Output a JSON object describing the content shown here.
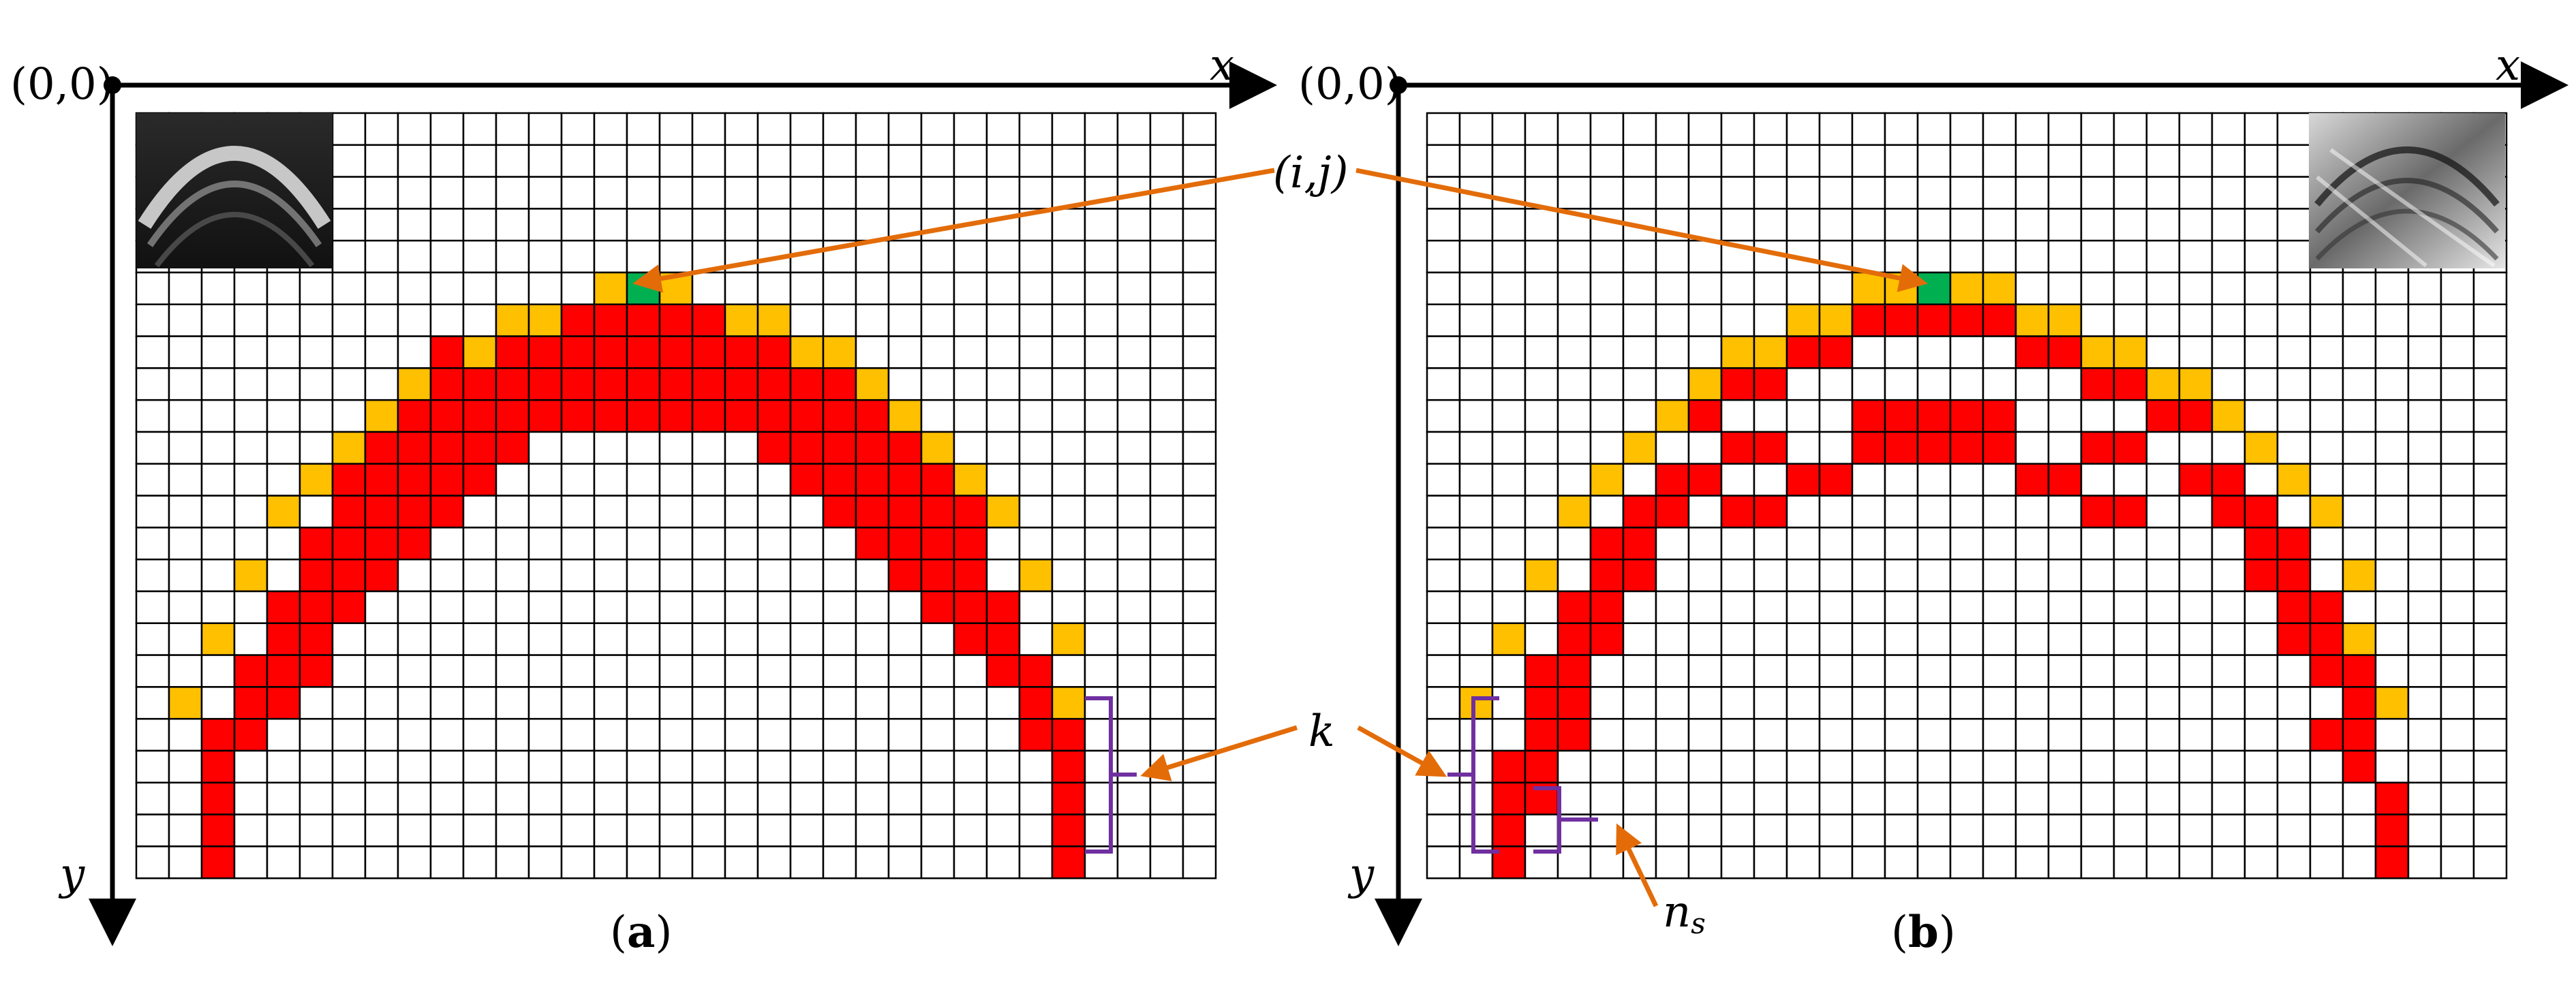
{
  "colors": {
    "red": "#ff0000",
    "yellow": "#ffc000",
    "green": "#00b050",
    "arrow": "#e36c09",
    "bracket": "#7030a0",
    "grid": "#000000"
  },
  "labels": {
    "origin": "(0,0)",
    "x_axis": "x",
    "y_axis": "y",
    "point_ij": "(i,j)",
    "k": "k",
    "ns_main": "n",
    "ns_sub": "s",
    "panel_a_open": "(",
    "panel_a_letter": "a",
    "panel_a_close": ")",
    "panel_b_open": "(",
    "panel_b_letter": "b",
    "panel_b_close": ")"
  },
  "grid": {
    "columns": 33,
    "rows": 24
  },
  "panels": [
    {
      "id": "a",
      "inset_image": "hyperbola-gpr-thumbnail",
      "inset_corner": "top-left",
      "green_cells": [
        [
          15,
          5
        ]
      ],
      "yellow_cells": [
        [
          14,
          5
        ],
        [
          16,
          5
        ],
        [
          11,
          6
        ],
        [
          12,
          6
        ],
        [
          18,
          6
        ],
        [
          19,
          6
        ],
        [
          10,
          7
        ],
        [
          20,
          7
        ],
        [
          21,
          7
        ],
        [
          8,
          8
        ],
        [
          22,
          8
        ],
        [
          7,
          9
        ],
        [
          23,
          9
        ],
        [
          6,
          10
        ],
        [
          24,
          10
        ],
        [
          5,
          11
        ],
        [
          25,
          11
        ],
        [
          4,
          12
        ],
        [
          26,
          12
        ],
        [
          3,
          14
        ],
        [
          27,
          14
        ],
        [
          2,
          16
        ],
        [
          28,
          16
        ],
        [
          1,
          18
        ],
        [
          28,
          18
        ]
      ],
      "red_ranges": [
        [
          6,
          13,
          17
        ],
        [
          7,
          9,
          21
        ],
        [
          8,
          9,
          21
        ],
        [
          9,
          8,
          22
        ],
        [
          10,
          7,
          11
        ],
        [
          10,
          19,
          23
        ],
        [
          11,
          6,
          10
        ],
        [
          11,
          20,
          24
        ],
        [
          12,
          6,
          9
        ],
        [
          12,
          21,
          25
        ],
        [
          13,
          5,
          8
        ],
        [
          13,
          22,
          25
        ],
        [
          14,
          5,
          7
        ],
        [
          14,
          23,
          25
        ],
        [
          15,
          4,
          6
        ],
        [
          15,
          24,
          26
        ],
        [
          16,
          4,
          5
        ],
        [
          16,
          25,
          26
        ],
        [
          17,
          3,
          5
        ],
        [
          17,
          26,
          27
        ],
        [
          18,
          3,
          4
        ],
        [
          18,
          27,
          28
        ],
        [
          19,
          2,
          3
        ],
        [
          19,
          27,
          28
        ],
        [
          20,
          2,
          2
        ],
        [
          20,
          28,
          28
        ],
        [
          21,
          2,
          2
        ],
        [
          21,
          28,
          28
        ],
        [
          22,
          2,
          2
        ],
        [
          22,
          28,
          28
        ],
        [
          23,
          2,
          2
        ],
        [
          23,
          28,
          28
        ]
      ]
    },
    {
      "id": "b",
      "inset_image": "gpr-bscan-thumbnail",
      "inset_corner": "top-right",
      "green_cells": [
        [
          15,
          5
        ]
      ],
      "yellow_cells": [
        [
          13,
          5
        ],
        [
          14,
          5
        ],
        [
          16,
          5
        ],
        [
          17,
          5
        ],
        [
          11,
          6
        ],
        [
          12,
          6
        ],
        [
          18,
          6
        ],
        [
          19,
          6
        ],
        [
          9,
          7
        ],
        [
          10,
          7
        ],
        [
          20,
          7
        ],
        [
          21,
          7
        ],
        [
          8,
          8
        ],
        [
          22,
          8
        ],
        [
          23,
          8
        ],
        [
          7,
          9
        ],
        [
          24,
          9
        ],
        [
          6,
          10
        ],
        [
          25,
          10
        ],
        [
          5,
          11
        ],
        [
          26,
          11
        ],
        [
          4,
          12
        ],
        [
          27,
          12
        ],
        [
          3,
          14
        ],
        [
          28,
          14
        ],
        [
          2,
          16
        ],
        [
          28,
          16
        ],
        [
          1,
          18
        ],
        [
          29,
          18
        ]
      ],
      "red_ranges": [
        [
          6,
          13,
          17
        ],
        [
          7,
          11,
          12
        ],
        [
          7,
          18,
          19
        ],
        [
          8,
          9,
          10
        ],
        [
          8,
          20,
          21
        ],
        [
          9,
          8,
          8
        ],
        [
          9,
          13,
          17
        ],
        [
          9,
          22,
          23
        ],
        [
          10,
          9,
          10
        ],
        [
          10,
          13,
          17
        ],
        [
          10,
          20,
          21
        ],
        [
          11,
          7,
          8
        ],
        [
          11,
          11,
          12
        ],
        [
          11,
          18,
          19
        ],
        [
          11,
          23,
          24
        ],
        [
          12,
          6,
          7
        ],
        [
          12,
          9,
          10
        ],
        [
          12,
          20,
          21
        ],
        [
          12,
          24,
          25
        ],
        [
          13,
          5,
          6
        ],
        [
          13,
          25,
          26
        ],
        [
          14,
          5,
          6
        ],
        [
          14,
          25,
          26
        ],
        [
          15,
          4,
          5
        ],
        [
          15,
          26,
          27
        ],
        [
          16,
          4,
          5
        ],
        [
          16,
          26,
          27
        ],
        [
          17,
          3,
          4
        ],
        [
          17,
          27,
          28
        ],
        [
          18,
          3,
          4
        ],
        [
          18,
          28,
          28
        ],
        [
          19,
          3,
          4
        ],
        [
          19,
          27,
          28
        ],
        [
          20,
          2,
          3
        ],
        [
          20,
          28,
          28
        ],
        [
          21,
          2,
          3
        ],
        [
          21,
          29,
          29
        ],
        [
          22,
          2,
          2
        ],
        [
          22,
          29,
          29
        ],
        [
          23,
          2,
          2
        ],
        [
          23,
          29,
          29
        ]
      ]
    }
  ]
}
